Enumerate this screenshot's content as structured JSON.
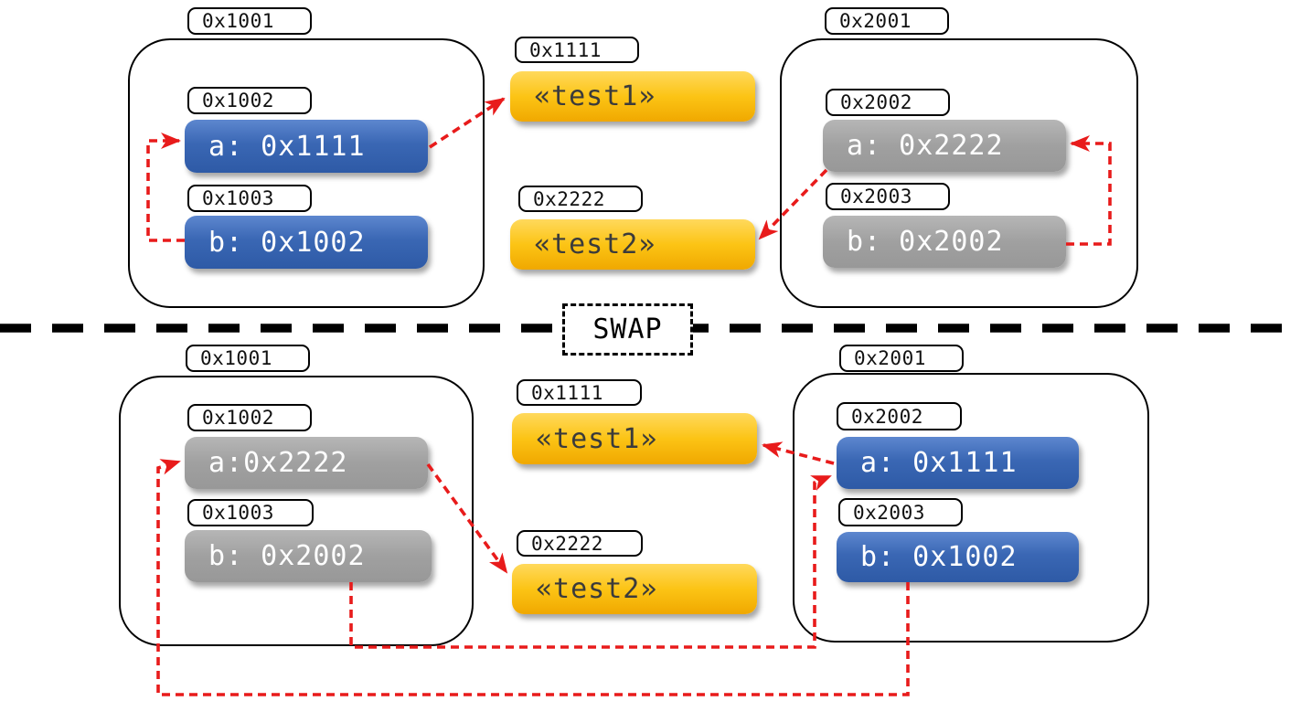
{
  "swap_label": "SWAP",
  "top": {
    "left": {
      "frame_tag": "0x1001",
      "a_tag": "0x1002",
      "a_value": "a: 0x1111",
      "b_tag": "0x1003",
      "b_value": "b: 0x1002"
    },
    "heap": {
      "t1_tag": "0x1111",
      "t1_value": "«test1»",
      "t2_tag": "0x2222",
      "t2_value": "«test2»"
    },
    "right": {
      "frame_tag": "0x2001",
      "a_tag": "0x2002",
      "a_value": "a: 0x2222",
      "b_tag": "0x2003",
      "b_value": "b: 0x2002"
    }
  },
  "bottom": {
    "left": {
      "frame_tag": "0x1001",
      "a_tag": "0x1002",
      "a_value": "a:0x2222",
      "b_tag": "0x1003",
      "b_value": "b: 0x2002"
    },
    "heap": {
      "t1_tag": "0x1111",
      "t1_value": "«test1»",
      "t2_tag": "0x2222",
      "t2_value": "«test2»"
    },
    "right": {
      "frame_tag": "0x2001",
      "a_tag": "0x2002",
      "a_value": "a: 0x1111",
      "b_tag": "0x2003",
      "b_value": "b: 0x1002"
    }
  },
  "colors": {
    "slot_blue": "#3a67b4",
    "slot_gray": "#a0a0a0",
    "heap_yellow": "#fcc415",
    "arrow_red": "#e81b1b",
    "divider_black": "#000000"
  }
}
